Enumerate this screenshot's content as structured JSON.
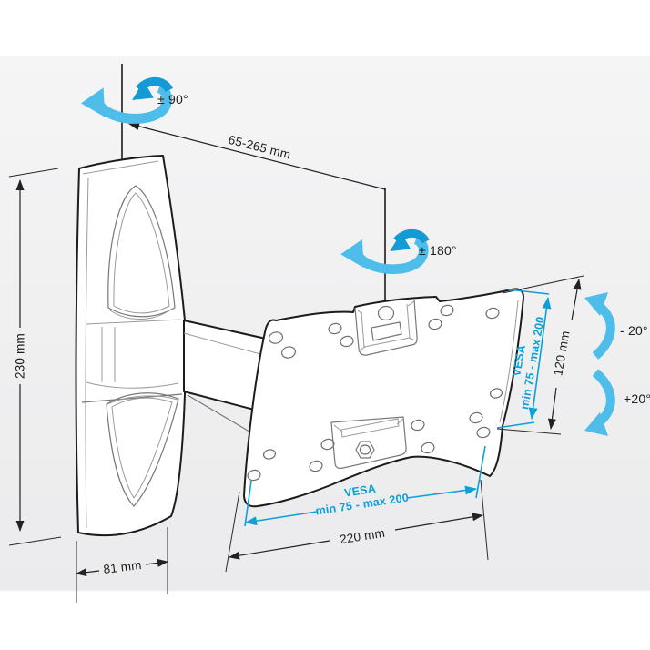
{
  "title": "Articulated TV wall mount dimension diagram",
  "colors": {
    "annotation_blue": "#0c9fd8",
    "arrow_light_blue": "#4fbde9",
    "arrow_dark_blue": "#149bd6",
    "line_black": "#1c1c1c",
    "background_band": "#efeff0"
  },
  "annotations": {
    "swivel_wall": {
      "label": "± 90°"
    },
    "swivel_plate": {
      "label": "± 180°"
    },
    "extension_range": {
      "label": "65-265 mm"
    },
    "bracket_height": {
      "label": "230 mm"
    },
    "bracket_depth": {
      "label": "81 mm"
    },
    "plate_width": {
      "label": "220 mm"
    },
    "plate_height": {
      "label": "120 mm"
    },
    "tilt_up": {
      "label": "- 20°"
    },
    "tilt_down": {
      "label": "+20°"
    },
    "vesa_horizontal": {
      "line1": "VESA",
      "line2": "min 75 - max 200"
    },
    "vesa_vertical": {
      "line1": "VESA",
      "line2": "min 75 - max 200"
    }
  },
  "icons": {
    "rotation_arrow_90": "swivel-rotation-arrow",
    "rotation_arrow_180": "swivel-rotation-arrow",
    "tilt_arrow_up": "curved-tilt-arrow",
    "tilt_arrow_down": "curved-tilt-arrow"
  }
}
